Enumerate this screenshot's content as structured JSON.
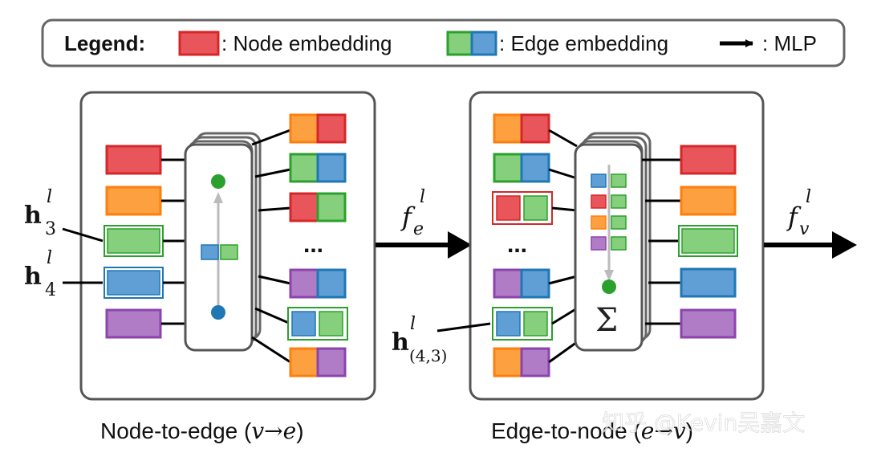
{
  "legend": {
    "title": "Legend:",
    "node_label": ": Node embedding",
    "edge_label": ": Edge embedding",
    "mlp_label": ": MLP"
  },
  "labels": {
    "h3_base": "h",
    "h3_sub": "3",
    "h3_sup": "l",
    "h4_base": "h",
    "h4_sub": "4",
    "h4_sup": "l",
    "h43_base": "h",
    "h43_sub": "(4,3)",
    "h43_sup": "l",
    "fe_base": "f",
    "fe_sub": "e",
    "fe_sup": "l",
    "fv_base": "f",
    "fv_sub": "v",
    "fv_sup": "l",
    "dots": "...",
    "sigma": "Σ"
  },
  "captions": {
    "n2e_text": "Node-to-edge (",
    "n2e_math": "v→e",
    "n2e_close": ")",
    "e2n_text": "Edge-to-node (",
    "e2n_math": "e→v",
    "e2n_close": ")"
  },
  "watermark": "知乎 @Kevin吴嘉文",
  "colors": {
    "red": "#e8565b",
    "red_border": "#d62728",
    "orange": "#fda040",
    "orange_border": "#ff7f0e",
    "green": "#86cf7c",
    "green_border": "#2ca02c",
    "blue": "#5f9fd6",
    "blue_border": "#1f77b4",
    "purple": "#b07cc6",
    "purple_border": "#8c44ad",
    "panel_border": "#555555",
    "arrow": "#000000"
  }
}
